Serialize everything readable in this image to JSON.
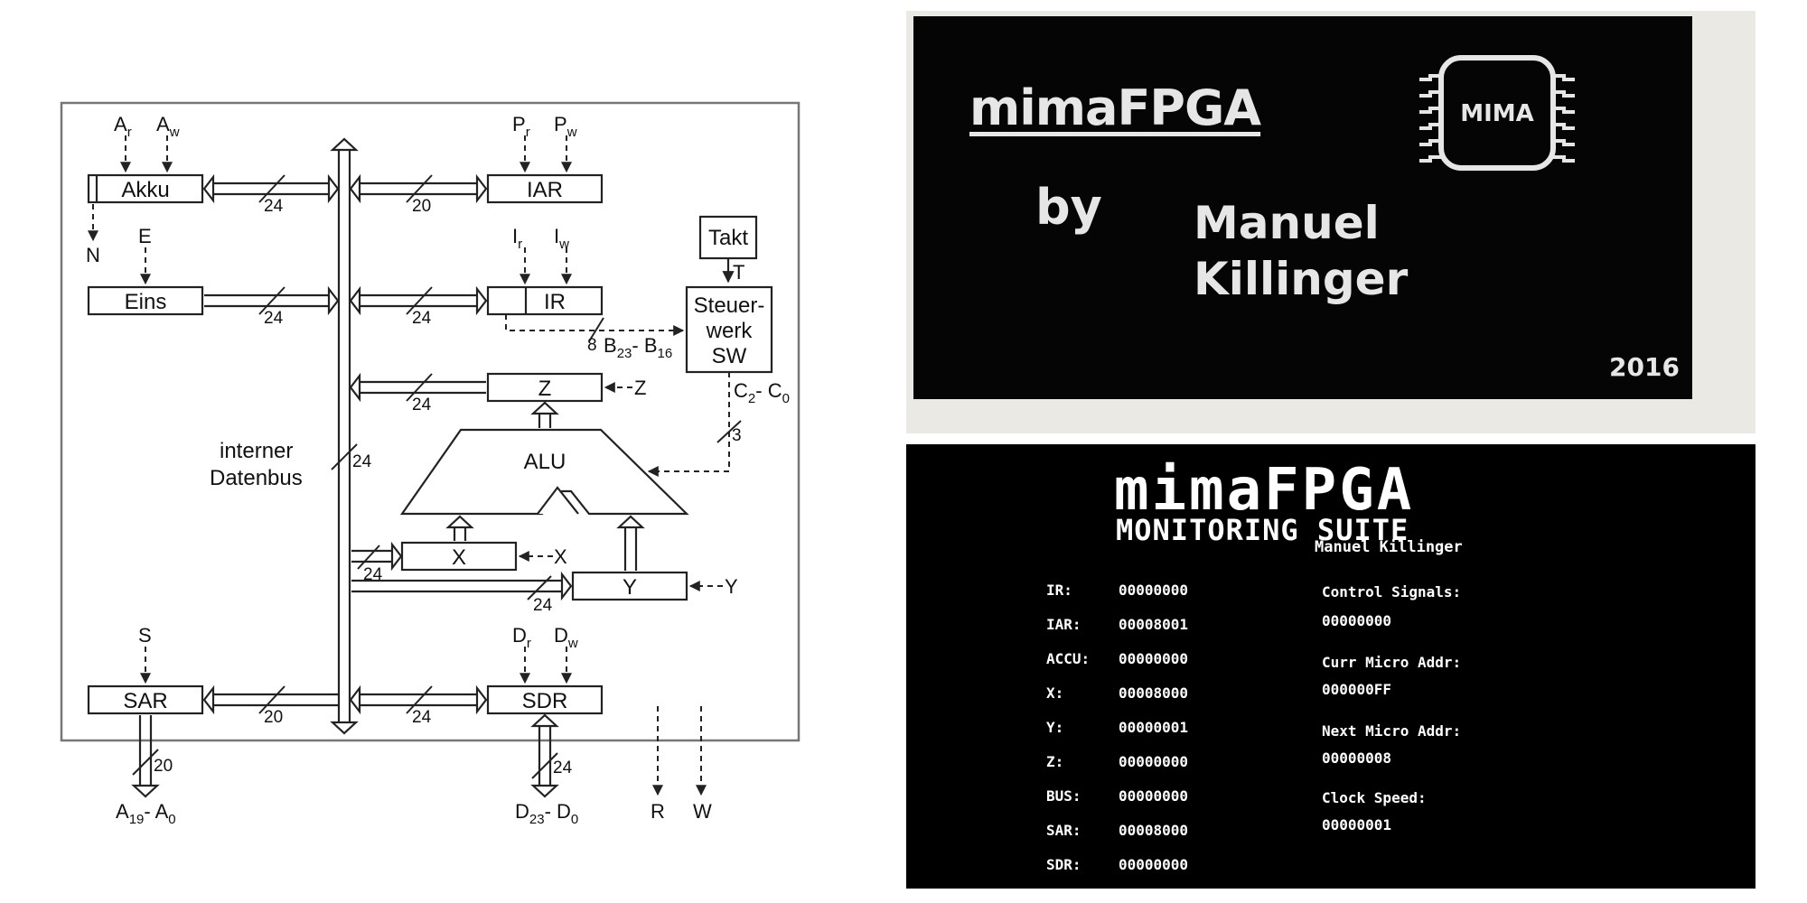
{
  "diagram": {
    "registers": {
      "akku": "Akku",
      "iar": "IAR",
      "eins": "Eins",
      "ir": "IR",
      "z": "Z",
      "alu": "ALU",
      "x": "X",
      "y": "Y",
      "sar": "SAR",
      "sdr": "SDR",
      "takt": "Takt",
      "steuerwerk_1": "Steuer-",
      "steuerwerk_2": "werk",
      "steuerwerk_3": "SW"
    },
    "bus_label_1": "interner",
    "bus_label_2": "Datenbus",
    "widths": {
      "w24": "24",
      "w20": "20",
      "w8": "8",
      "w3": "3"
    },
    "signals": {
      "a": "A",
      "r": "r",
      "w": "w",
      "p": "P",
      "i": "I",
      "d": "D",
      "n": "N",
      "e": "E",
      "t": "T",
      "s": "S",
      "zsig": "Z",
      "xsig": "X",
      "ysig": "Y",
      "read": "R",
      "write": "W",
      "b": "B",
      "b23": "23",
      "b16": "16",
      "dash": "-",
      "c": "C",
      "c2": "2",
      "c0": "0",
      "a19": "19",
      "a0": "0",
      "d23": "23",
      "d0": "0"
    }
  },
  "splash": {
    "title": "mimaFPGA",
    "by": "by",
    "name_line1": "Manuel",
    "name_line2": "Killinger",
    "chip_label": "MIMA",
    "year": "2016"
  },
  "monitor": {
    "title": "mimaFPGA",
    "subtitle": "MONITORING SUITE",
    "author": "Manuel Killinger",
    "registers": [
      {
        "name": "IR:",
        "value": "00000000"
      },
      {
        "name": "IAR:",
        "value": "00008001"
      },
      {
        "name": "ACCU:",
        "value": "00000000"
      },
      {
        "name": "X:",
        "value": "00008000"
      },
      {
        "name": "Y:",
        "value": "00000001"
      },
      {
        "name": "Z:",
        "value": "00000000"
      },
      {
        "name": "BUS:",
        "value": "00000000"
      },
      {
        "name": "SAR:",
        "value": "00008000"
      },
      {
        "name": "SDR:",
        "value": "00000000"
      }
    ],
    "controls": [
      {
        "label": "Control Signals:",
        "value": "00000000"
      },
      {
        "label": "Curr Micro Addr:",
        "value": "000000FF"
      },
      {
        "label": "Next Micro Addr:",
        "value": "00000008"
      },
      {
        "label": "Clock Speed:",
        "value": "00000001"
      }
    ]
  }
}
